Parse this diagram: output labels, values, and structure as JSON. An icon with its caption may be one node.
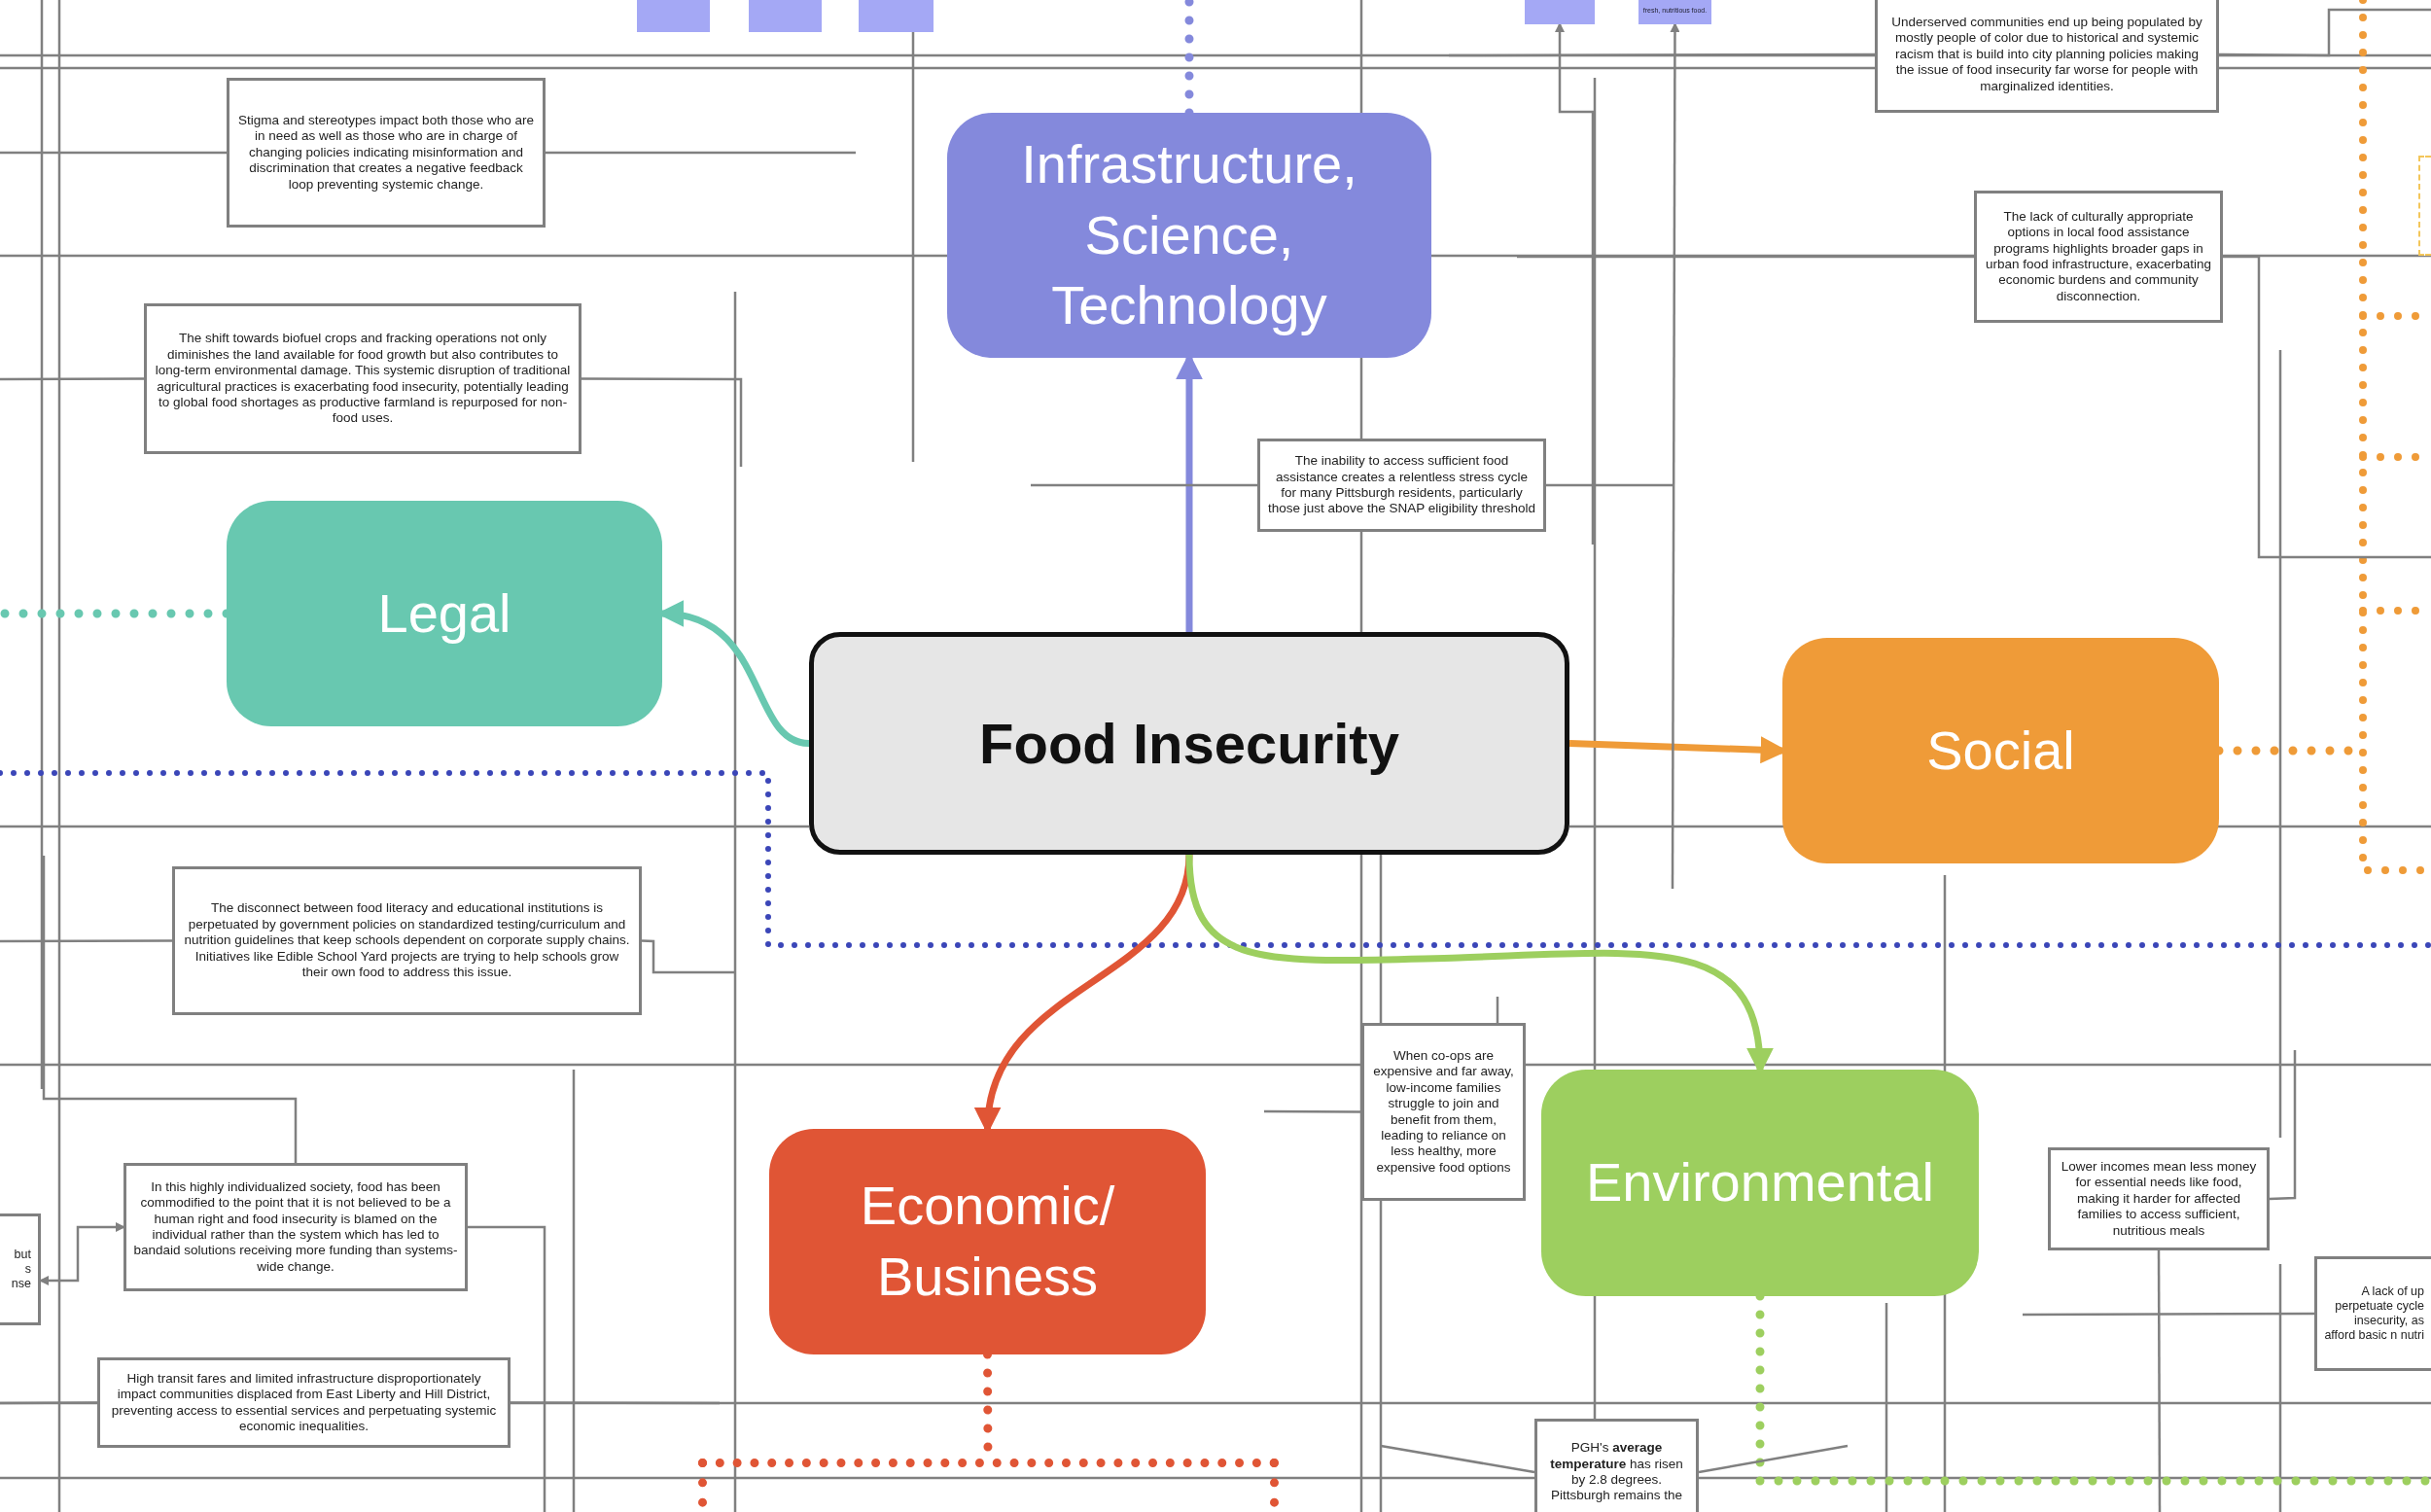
{
  "diagram": {
    "nodes": [
      {
        "text": [
          "Food Insecurity"
        ]
      },
      {
        "text": [
          "Infrastructure, Science, Technology"
        ]
      },
      {
        "text": [
          "Legal"
        ]
      },
      {
        "text": [
          "Social"
        ]
      },
      {
        "text": [
          "Economic/ Business"
        ]
      },
      {
        "text": [
          "Environmental"
        ]
      },
      {
        "text": [
          "Stigma and stereotypes impact both those who are in need as well as those who are in charge of changing policies indicating misinformation and discrimination that creates a negative feedback loop preventing systemic change."
        ]
      },
      {
        "text": [
          "The shift towards biofuel crops and fracking operations not only diminishes the land available for food growth but also contributes to long-term environmental damage. This systemic disruption of traditional agricultural practices is exacerbating food insecurity, potentially leading to global food shortages as productive farmland is repurposed for non-food uses."
        ]
      },
      {
        "text": [
          "The inability to access sufficient food assistance creates a relentless stress cycle for many Pittsburgh residents, particularly those just above the SNAP eligibility threshold"
        ]
      },
      {
        "text": [
          "Underserved communities end up being populated by mostly people of color due to historical and systemic racism that is build into city planning policies making the issue of food insecurity far worse for people with marginalized identities."
        ]
      },
      {
        "text": [
          "The lack of culturally appropriate options in local food assistance programs highlights broader gaps in urban food infrastructure, exacerbating economic burdens and community disconnection."
        ]
      },
      {
        "text": [
          "The disconnect between food literacy and educational institutions is perpetuated by government policies on standardized testing/curriculum and nutrition guidelines that keep schools dependent on corporate supply chains. Initiatives like Edible School Yard projects are trying to help schools grow their own food to address this issue."
        ]
      },
      {
        "text": [
          "In this highly individualized society, food has been commodified to the point that it is not believed to be a human right and food insecurity is blamed on the individual rather than the system which has led to bandaid solutions receiving more funding than systems-wide change."
        ]
      },
      {
        "text": [
          "High transit fares and limited infrastructure disproportionately impact communities displaced from East Liberty and Hill District, preventing access to essential services and perpetuating systemic economic inequalities."
        ]
      },
      {
        "text": [
          "When co-ops are expensive and far away, low-income families struggle to join and benefit from them, leading to reliance on less healthy, more expensive food options"
        ]
      },
      {
        "text": [
          "Lower incomes mean less money for essential needs like food, making it harder for affected families to access sufficient, nutritious meals"
        ]
      },
      {
        "text": [
          "PGH's **average temperature** has risen by 2.8 degrees. Pittsburgh remains the"
        ]
      },
      {
        "text": [
          "A lack of up perpetuate cycle insecurity, as afford basic n nutri"
        ]
      },
      {
        "text": [
          "but s nse"
        ]
      },
      {
        "text": [],
        "shape": "box"
      },
      {
        "text": [],
        "shape": "box"
      },
      {
        "text": [],
        "shape": "box"
      },
      {
        "text": [],
        "shape": "box"
      },
      {
        "text": [
          "fresh, nutritious food."
        ]
      },
      {
        "text": [],
        "shape": "box"
      },
      {
        "text": [],
        "shape": "box"
      }
    ],
    "edges": [
      {
        "from": 0,
        "to": 1,
        "arrow": "to",
        "style": "thick",
        "color": "#8489dc"
      },
      {
        "from": 0,
        "to": 2,
        "arrow": "to",
        "style": "thick",
        "color": "#68c8b0"
      },
      {
        "from": 0,
        "to": 3,
        "arrow": "to",
        "style": "thick",
        "color": "#ef9b38"
      },
      {
        "from": 0,
        "to": 4,
        "arrow": "to",
        "style": "thick",
        "color": "#e05535"
      },
      {
        "from": 0,
        "to": 5,
        "arrow": "to",
        "style": "thick",
        "color": "#9dcf5f"
      },
      {
        "from": 2,
        "to": null,
        "arrow": "none",
        "style": "dashed",
        "color": "#68c8b0"
      },
      {
        "from": 1,
        "to": null,
        "arrow": "none",
        "style": "dashed",
        "color": "#8489dc"
      },
      {
        "from": 3,
        "to": null,
        "arrow": "none",
        "style": "dashed",
        "color": "#ef9b38"
      },
      {
        "from": 4,
        "to": 24,
        "arrow": "none",
        "style": "dashed",
        "color": "#e05535"
      },
      {
        "from": 5,
        "to": null,
        "arrow": "none",
        "style": "dashed",
        "color": "#9dcf5f"
      },
      {
        "from": 12,
        "to": 18,
        "arrow": "both"
      },
      {
        "from": null,
        "to": 22,
        "arrow": "to"
      },
      {
        "from": null,
        "to": 23,
        "arrow": "to"
      },
      {
        "from": 6,
        "to": null,
        "arrow": "none"
      },
      {
        "from": 6,
        "to": null,
        "arrow": "none"
      },
      {
        "from": 7,
        "to": null,
        "arrow": "none"
      },
      {
        "from": 7,
        "to": null,
        "arrow": "none"
      },
      {
        "from": 8,
        "to": null,
        "arrow": "none"
      },
      {
        "from": 8,
        "to": null,
        "arrow": "none"
      },
      {
        "from": 9,
        "to": null,
        "arrow": "none"
      },
      {
        "from": 9,
        "to": null,
        "arrow": "none"
      },
      {
        "from": 10,
        "to": null,
        "arrow": "none"
      },
      {
        "from": 10,
        "to": null,
        "arrow": "none"
      },
      {
        "from": 11,
        "to": null,
        "arrow": "none"
      },
      {
        "from": 11,
        "to": null,
        "arrow": "none"
      },
      {
        "from": 12,
        "to": null,
        "arrow": "none"
      },
      {
        "from": 12,
        "to": null,
        "arrow": "none"
      },
      {
        "from": 13,
        "to": null,
        "arrow": "none"
      },
      {
        "from": 13,
        "to": null,
        "arrow": "none"
      },
      {
        "from": 14,
        "to": null,
        "arrow": "none"
      },
      {
        "from": 14,
        "to": null,
        "arrow": "none"
      },
      {
        "from": 15,
        "to": null,
        "arrow": "none"
      },
      {
        "from": 15,
        "to": null,
        "arrow": "none"
      },
      {
        "from": 16,
        "to": null,
        "arrow": "none"
      },
      {
        "from": 16,
        "to": null,
        "arrow": "none"
      },
      {
        "from": 17,
        "to": null,
        "arrow": "none"
      }
    ]
  }
}
